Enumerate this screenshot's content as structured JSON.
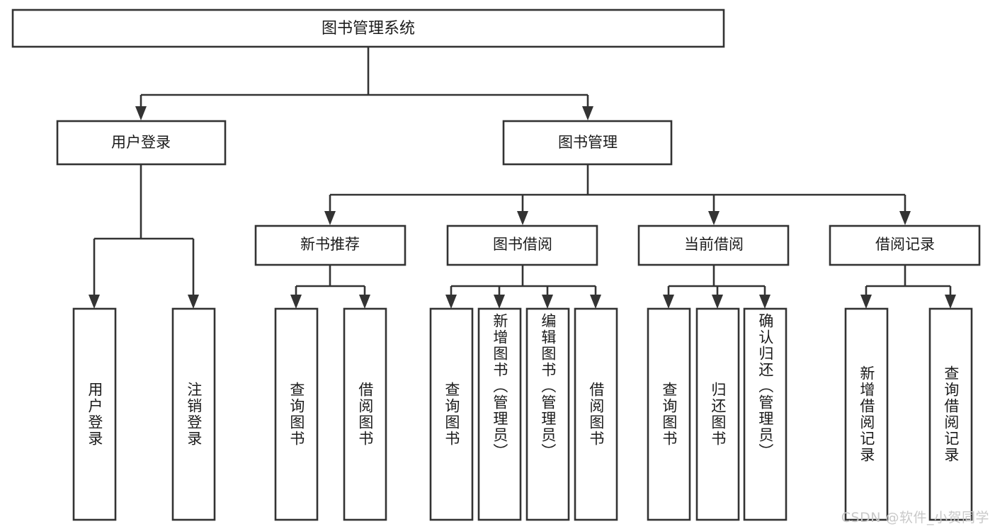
{
  "diagram": {
    "type": "tree-hierarchy",
    "title": "图书管理系统",
    "colors": {
      "box_stroke": "#333333",
      "box_fill": "#ffffff",
      "text": "#1b1b1b",
      "background": "#ffffff",
      "watermark": "#c9c9c9"
    },
    "root": {
      "label": "图书管理系统"
    },
    "level2": [
      {
        "label": "用户登录"
      },
      {
        "label": "图书管理"
      }
    ],
    "level3": [
      {
        "label": "新书推荐"
      },
      {
        "label": "图书借阅"
      },
      {
        "label": "当前借阅"
      },
      {
        "label": "借阅记录"
      }
    ],
    "leaves": {
      "user_login": [
        {
          "label": "用户登录"
        },
        {
          "label": "注销登录"
        }
      ],
      "new_book_recommend": [
        {
          "label": "查询图书"
        },
        {
          "label": "借阅图书"
        }
      ],
      "book_borrow": [
        {
          "label": "查询图书"
        },
        {
          "label": "新增图书（管理员）"
        },
        {
          "label": "编辑图书（管理员）"
        },
        {
          "label": "借阅图书"
        }
      ],
      "current_borrow": [
        {
          "label": "查询图书"
        },
        {
          "label": "归还图书"
        },
        {
          "label": "确认归还（管理员）"
        }
      ],
      "borrow_record": [
        {
          "label": "新增借阅记录"
        },
        {
          "label": "查询借阅记录"
        }
      ]
    },
    "watermark": "CSDN @软件_小贺同学"
  }
}
